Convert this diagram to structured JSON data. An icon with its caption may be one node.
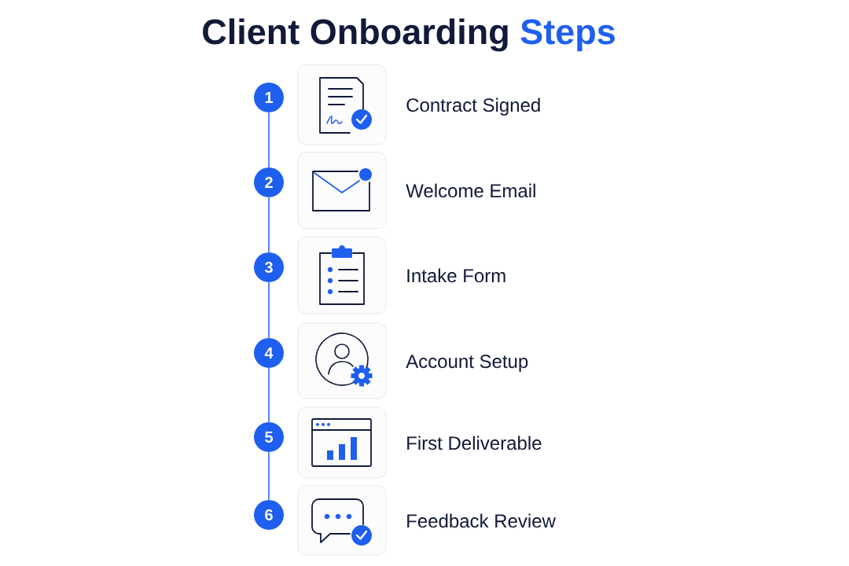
{
  "diagram": {
    "title": "Client Onboarding Steps",
    "nodes": [
      {
        "text": [
          "1"
        ]
      },
      {
        "text": [],
        "shape": "box",
        "beside": [
          "Contract Signed"
        ]
      },
      {
        "text": [
          "2"
        ]
      },
      {
        "text": [],
        "shape": "box",
        "beside": [
          "Welcome Email"
        ]
      },
      {
        "text": [
          "3"
        ]
      },
      {
        "text": [],
        "shape": "box",
        "beside": [
          "Intake Form"
        ]
      },
      {
        "text": [
          "4"
        ]
      },
      {
        "text": [],
        "shape": "box",
        "beside": [
          "Account Setup"
        ]
      },
      {
        "text": [
          "5"
        ]
      },
      {
        "text": [],
        "shape": "box",
        "beside": [
          "First Deliverable"
        ]
      },
      {
        "text": [
          "6"
        ]
      },
      {
        "text": [],
        "shape": "box",
        "beside": [
          "Feedback Review"
        ]
      }
    ],
    "edges": [
      {
        "from": 0,
        "to": 2,
        "arrow": "none"
      },
      {
        "from": 2,
        "to": 4,
        "arrow": "none"
      },
      {
        "from": 4,
        "to": 6,
        "arrow": "none"
      },
      {
        "from": 6,
        "to": 8,
        "arrow": "none"
      },
      {
        "from": 8,
        "to": 10,
        "arrow": "none"
      }
    ]
  }
}
